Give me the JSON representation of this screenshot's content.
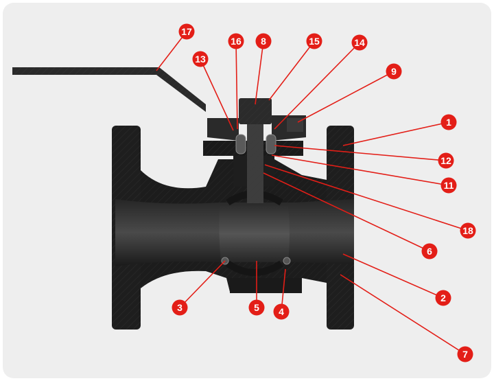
{
  "diagram": {
    "background": "#eeeeee",
    "body_color": "#1e1e1e",
    "callout_color": "#e31e17",
    "leader_color": "#e31e17",
    "callouts": [
      {
        "id": "c17",
        "label": "17"
      },
      {
        "id": "c16",
        "label": "16"
      },
      {
        "id": "c8",
        "label": "8"
      },
      {
        "id": "c15",
        "label": "15"
      },
      {
        "id": "c13",
        "label": "13"
      },
      {
        "id": "c14",
        "label": "14"
      },
      {
        "id": "c9",
        "label": "9"
      },
      {
        "id": "c1",
        "label": "1"
      },
      {
        "id": "c12",
        "label": "12"
      },
      {
        "id": "c11",
        "label": "11"
      },
      {
        "id": "c18",
        "label": "18"
      },
      {
        "id": "c6",
        "label": "6"
      },
      {
        "id": "c2",
        "label": "2"
      },
      {
        "id": "c7",
        "label": "7"
      },
      {
        "id": "c3",
        "label": "3"
      },
      {
        "id": "c5",
        "label": "5"
      },
      {
        "id": "c4",
        "label": "4"
      }
    ]
  }
}
